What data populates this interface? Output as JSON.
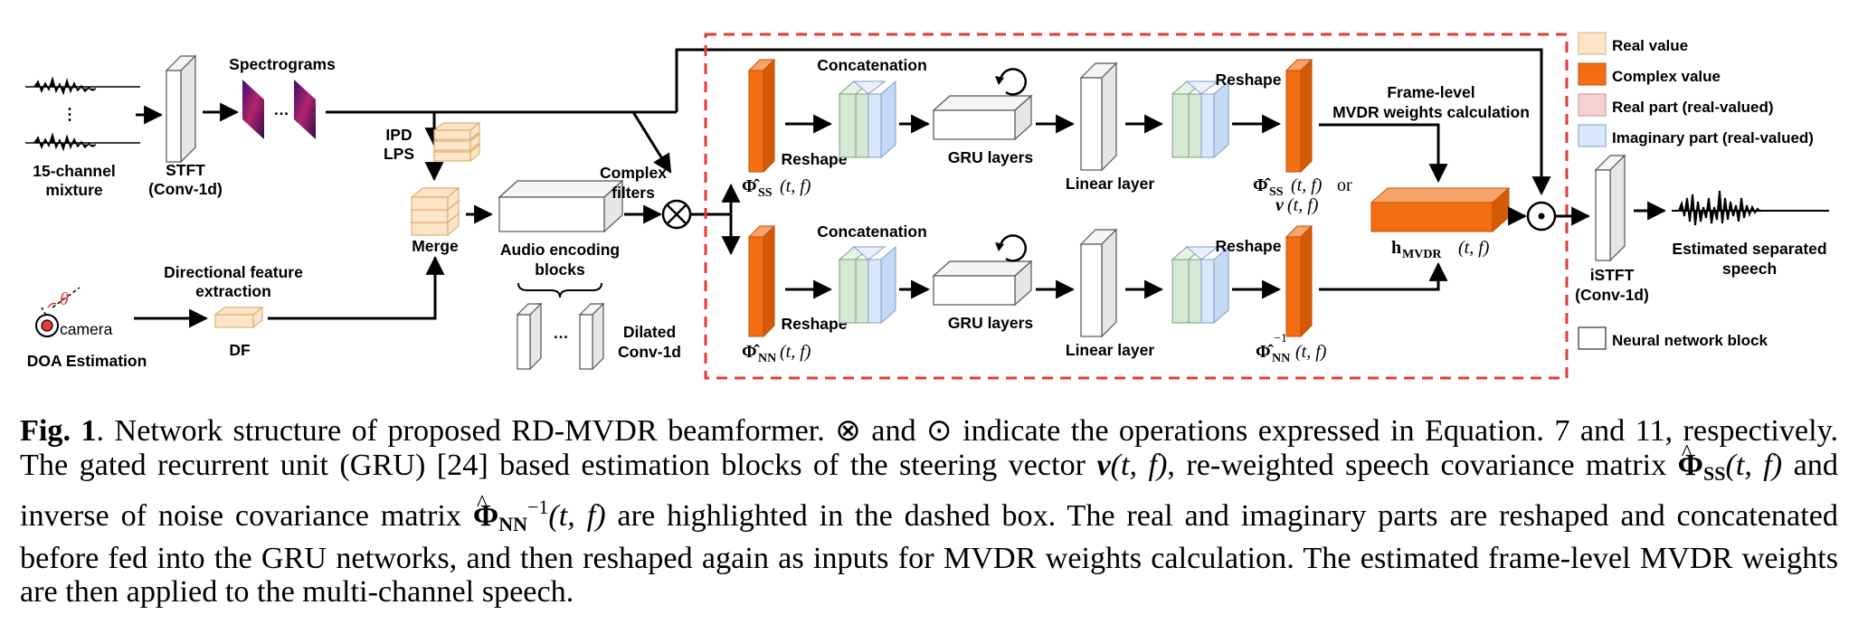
{
  "diagram": {
    "labels": {
      "mixture": [
        "15-channel",
        "mixture"
      ],
      "vdots": "⋮",
      "stft": [
        "STFT",
        "(Conv-1d)"
      ],
      "spectrograms": "Spectrograms",
      "spec_dots": "…",
      "ipd_lps": [
        "IPD",
        "LPS"
      ],
      "merge": "Merge",
      "audio_enc": [
        "Audio encoding",
        "blocks"
      ],
      "enc_dots": "…",
      "dilated": [
        "Dilated",
        "Conv-1d"
      ],
      "complex_filters": [
        "Complex",
        "filters"
      ],
      "dir_feat": [
        "Directional feature",
        "extraction"
      ],
      "df": "DF",
      "camera": "camera",
      "theta": "θ",
      "doa": "DOA Estimation",
      "concatenation_top": "Concatenation",
      "concatenation_bot": "Concatenation",
      "reshape_top_left": "Reshape",
      "reshape_bot_left": "Reshape",
      "reshape_top_right": "Reshape",
      "reshape_bot_right": "Reshape",
      "gru_top": "GRU layers",
      "gru_bot": "GRU layers",
      "linear_top": "Linear layer",
      "linear_bot": "Linear layer",
      "frame_level": [
        "Frame-level",
        "MVDR weights calculation"
      ],
      "istft": [
        "iSTFT",
        "(Conv-1d)"
      ],
      "estimated": [
        "Estimated separated",
        "speech"
      ],
      "otimes": "⊗",
      "odot": "⊙"
    },
    "math": {
      "phi_ss": "Φ",
      "ss_sub": "SS",
      "tf": "(t, f)",
      "phi_nn": "Φ",
      "nn_sub": "NN",
      "or": "or",
      "v": "v",
      "h": "h",
      "mvdr_sub": "MVDR",
      "inv": "−1"
    },
    "legend": [
      {
        "label": "Real value",
        "color": "#fce5c9"
      },
      {
        "label": "Complex value",
        "color": "#f36d12"
      },
      {
        "label": "Real part (real-valued)",
        "color": "#f7d1d2"
      },
      {
        "label": "Imaginary part (real-valued)",
        "color": "#dbe8fa"
      },
      {
        "label": "Neural network block",
        "color": "#ffffff"
      }
    ],
    "colors": {
      "complex": "#f36d12",
      "complex_side": "#d55a08",
      "real_value": "#fce5c9",
      "real_value_edge": "#e0b070",
      "green_part": "#d5e8d4",
      "blue_part": "#dae8fc",
      "dashed_box": "#e53935",
      "spectrogram_dark": "#2b0a4a",
      "spectrogram_mid": "#b5246b"
    }
  },
  "caption": {
    "fig": "Fig. 1",
    "p1": ". Network structure of proposed RD-MVDR beamformer. ⊗ and ⊙ indicate the operations expressed in Equation. 7 and 11, respectively. The gated recurrent unit (GRU) [24] based estimation blocks of the steering vector ",
    "v": "v",
    "tf": "(t, f)",
    "p2": ", re-weighted speech covariance matrix ",
    "phi": "Φ",
    "ss": "SS",
    "p3": " and inverse of noise covariance matrix ",
    "nn": "NN",
    "inv": "−1",
    "p4": " are highlighted in the dashed box. The real and imaginary parts are reshaped and concatenated before fed into the GRU networks, and then reshaped again as inputs for MVDR weights calculation. The estimated frame-level MVDR weights are then applied to the multi-channel speech."
  }
}
